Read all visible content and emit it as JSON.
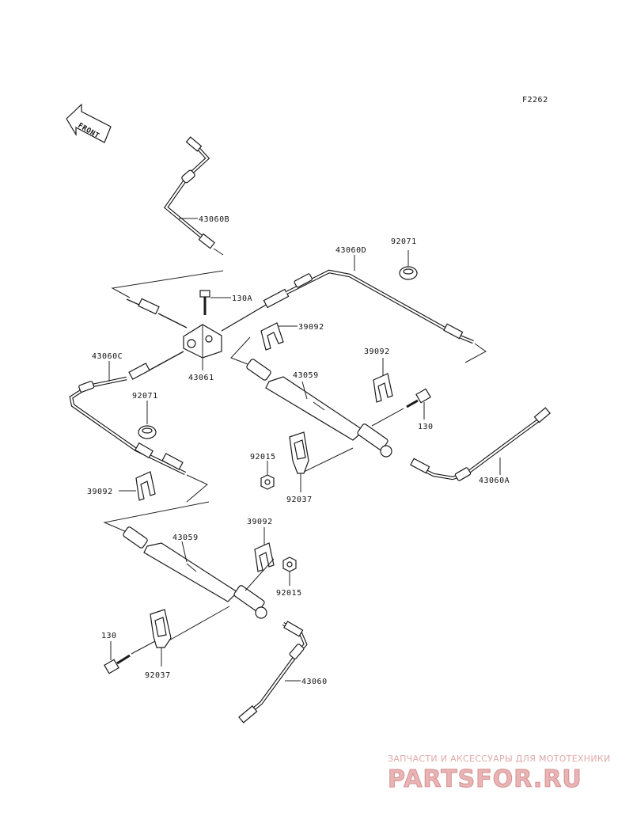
{
  "diagram_code": "F2262",
  "front_label": "FRONT",
  "labels": {
    "p43060B": "43060B",
    "p130A": "130A",
    "p43060D": "43060D",
    "p92071a": "92071",
    "p39092a": "39092",
    "p43061": "43061",
    "p43060C": "43060C",
    "p92071b": "92071",
    "p43059a": "43059",
    "p39092b": "39092",
    "p130a": "130",
    "p43060A": "43060A",
    "p92015a": "92015",
    "p92037a": "92037",
    "p39092c": "39092",
    "p39092d": "39092",
    "p43059b": "43059",
    "p92015b": "92015",
    "p130b": "130",
    "p92037b": "92037",
    "p43060": "43060"
  },
  "watermark": {
    "tagline": "ЗАПЧАСТИ И АКСЕССУАРЫ ДЛЯ МОТОТЕХНИКИ",
    "brand": "PARTSFOR.RU"
  }
}
